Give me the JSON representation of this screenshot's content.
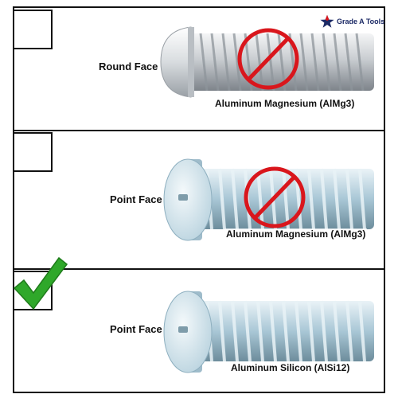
{
  "brand": {
    "name": "Grade A Tools",
    "star_icon": "star-icon"
  },
  "colors": {
    "border": "#111111",
    "prohibited": "#d9161c",
    "check": "#2fa82a",
    "bolt_light": "#e8f2f6",
    "bolt_mid": "#a9c7d6",
    "bolt_dark": "#6d8d9c",
    "round_bolt_mid": "#c9cdd1"
  },
  "rows": [
    {
      "face_label": "Round Face",
      "material_label": "Aluminum Magnesium  (AlMg3)",
      "selected": false,
      "prohibited": true,
      "icon": "round-face-stud-icon"
    },
    {
      "face_label": "Point Face",
      "material_label": "Aluminum Magnesium  (AlMg3)",
      "selected": false,
      "prohibited": true,
      "icon": "point-face-stud-icon"
    },
    {
      "face_label": "Point Face",
      "material_label": "Aluminum Silicon  (AlSi12)",
      "selected": true,
      "prohibited": false,
      "icon": "point-face-stud-icon"
    }
  ]
}
